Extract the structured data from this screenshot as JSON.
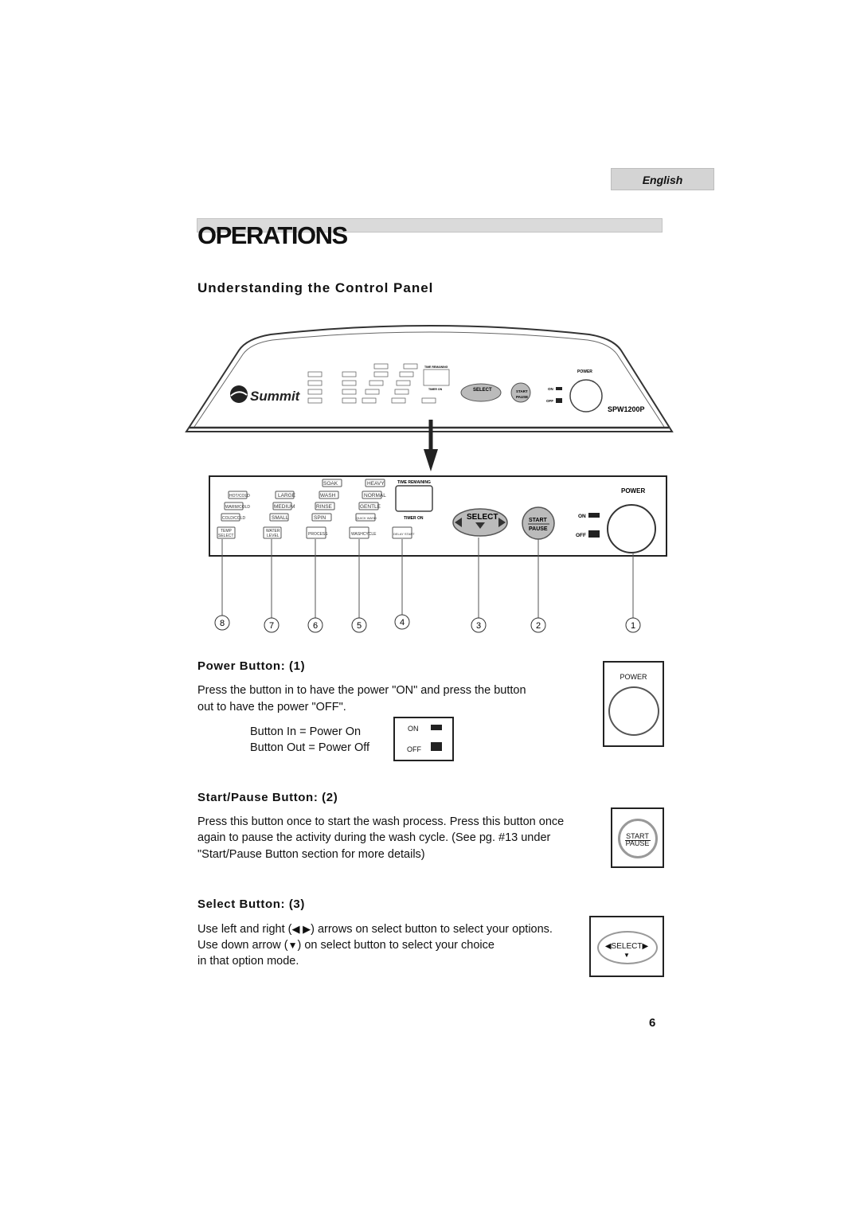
{
  "language_tab": "English",
  "page_title": "OPERATIONS",
  "section_title": "Understanding the Control Panel",
  "panel": {
    "brand": "Summit",
    "model": "SPW1200P",
    "time_remaining": "TIME REMAINING",
    "timer_on": "TIMER ON",
    "power": "POWER",
    "on": "ON",
    "off": "OFF",
    "select": "SELECT",
    "start": "START",
    "pause": "PAUSE",
    "temp_options": [
      "HOT/COLD",
      "WARM/COLD",
      "COLD/COLD"
    ],
    "temp_select": [
      "TEMP",
      "SELECT"
    ],
    "level_options": [
      "LARGE",
      "MEDIUM",
      "SMALL"
    ],
    "water_level": [
      "WATER",
      "LEVEL"
    ],
    "process_options": [
      "SOAK",
      "WASH",
      "RINSE",
      "SPIN"
    ],
    "process": "PROCESS",
    "cycle_options": [
      "HEAVY",
      "NORMAL",
      "GENTLE",
      "QUICK WASH"
    ],
    "wash_cycle": "WASHCYCLE",
    "delay_start": "DELAY START",
    "callouts": [
      "8",
      "7",
      "6",
      "5",
      "4",
      "3",
      "2",
      "1"
    ]
  },
  "power_section": {
    "heading": "Power Button: (1)",
    "text_line1": "Press the button in to have the power \"ON\" and press the button",
    "text_line2": "out to have the power \"OFF\".",
    "button_in": "Button In = Power On",
    "button_out": "Button Out = Power Off",
    "on_label": "ON",
    "off_label": "OFF",
    "power_label": "POWER"
  },
  "start_section": {
    "heading": "Start/Pause Button: (2)",
    "text_line1": "Press this button once to start the wash process. Press this button once",
    "text_line2": "again to pause the activity during the wash cycle. (See pg. #13 under",
    "text_line3": "\"Start/Pause Button section for more details)",
    "start_label": "START",
    "pause_label": "PAUSE"
  },
  "select_section": {
    "heading": "Select Button: (3)",
    "text_line1_a": "Use left and right (",
    "text_line1_b": ") arrows on select button to select your options.",
    "text_line2_a": "Use down arrow (",
    "text_line2_b": ") on select button to select your choice",
    "text_line3": "in that option mode.",
    "select_label": "SELECT"
  },
  "page_number": "6"
}
